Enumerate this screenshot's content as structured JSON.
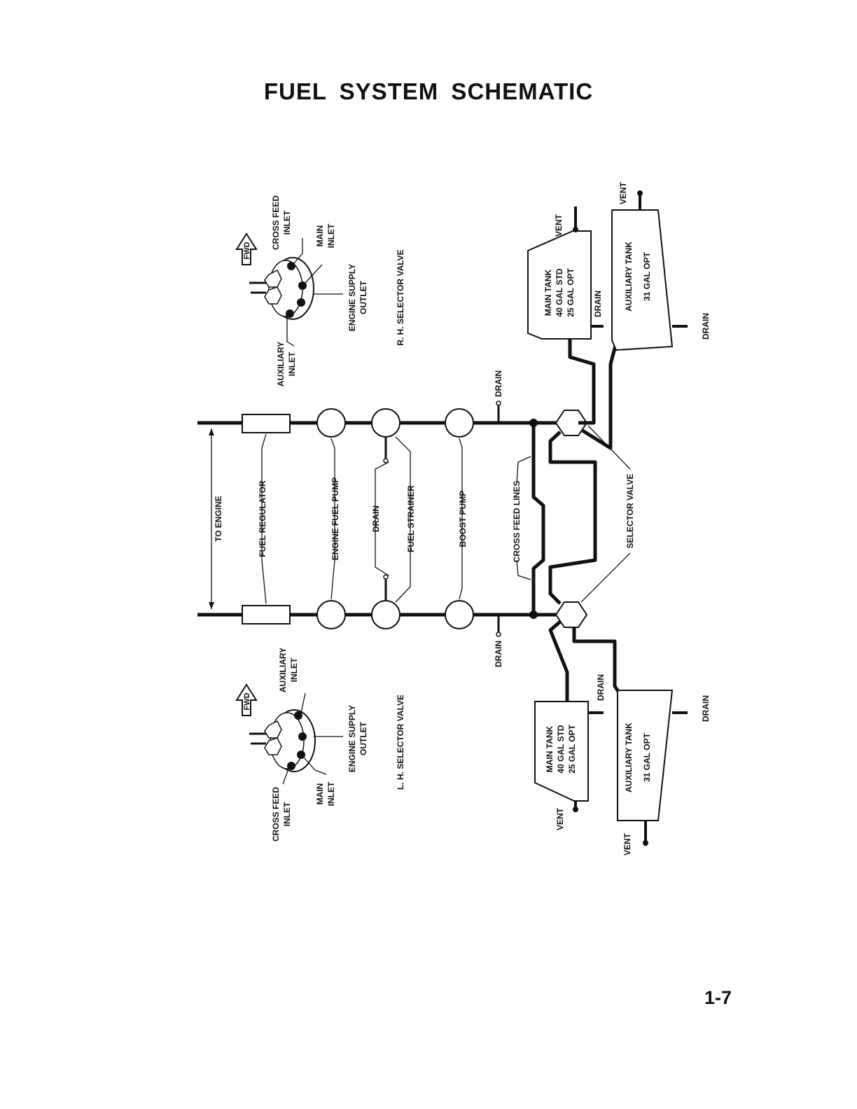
{
  "page": {
    "title": "FUEL SYSTEM SCHEMATIC",
    "page_number": "1-7"
  },
  "components": {
    "to_engine": "TO ENGINE",
    "fuel_regulator": "FUEL REGULATOR",
    "engine_fuel_pump": "ENGINE FUEL PUMP",
    "drain": "DRAIN",
    "fuel_strainer": "FUEL STRAINER",
    "boost_pump": "BOOST PUMP",
    "cross_feed_lines": "CROSS FEED LINES",
    "selector_valve": "SELECTOR VALVE"
  },
  "rh_valve": {
    "title": "R. H. SELECTOR VALVE",
    "fwd": "FWD",
    "cross_feed_inlet": [
      "CROSS FEED",
      "INLET"
    ],
    "main_inlet": [
      "MAIN",
      "INLET"
    ],
    "engine_supply_outlet": [
      "ENGINE SUPPLY",
      "OUTLET"
    ],
    "auxiliary_inlet": [
      "AUXILIARY",
      "INLET"
    ]
  },
  "lh_valve": {
    "title": "L. H. SELECTOR VALVE",
    "fwd": "FWD",
    "auxiliary_inlet": [
      "AUXILIARY",
      "INLET"
    ],
    "engine_supply_outlet": [
      "ENGINE SUPPLY",
      "OUTLET"
    ],
    "main_inlet": [
      "MAIN",
      "INLET"
    ],
    "cross_feed_inlet": [
      "CROSS FEED",
      "INLET"
    ]
  },
  "tanks": {
    "rh_main": [
      "MAIN TANK",
      "40 GAL STD",
      "25 GAL OPT"
    ],
    "rh_aux": [
      "AUXILIARY TANK",
      "31 GAL OPT"
    ],
    "lh_main": [
      "MAIN TANK",
      "40 GAL STD",
      "25 GAL OPT"
    ],
    "lh_aux": [
      "AUXILIARY TANK",
      "31 GAL OPT"
    ],
    "vent": "VENT",
    "drain": "DRAIN"
  }
}
